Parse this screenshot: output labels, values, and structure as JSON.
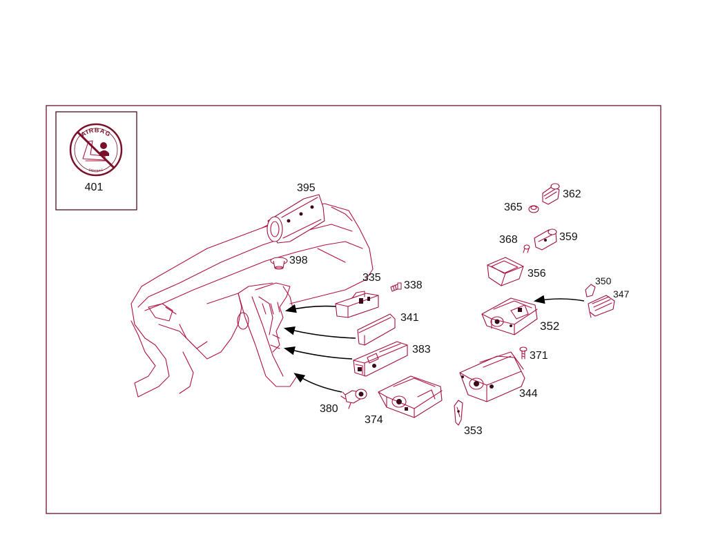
{
  "diagram": {
    "border_color": "#6b0f2a",
    "line_color": "#b0103f",
    "inset": {
      "badge_title": "AIRBAG",
      "badge_subtitle": "SIDEBAG",
      "part": "401"
    },
    "parts": {
      "p395": "395",
      "p398": "398",
      "p335": "335",
      "p338": "338",
      "p341": "341",
      "p383": "383",
      "p380": "380",
      "p374": "374",
      "p353": "353",
      "p344": "344",
      "p371": "371",
      "p352": "352",
      "p350": "350",
      "p347": "347",
      "p356": "356",
      "p368": "368",
      "p359": "359",
      "p365": "365",
      "p362": "362"
    }
  }
}
